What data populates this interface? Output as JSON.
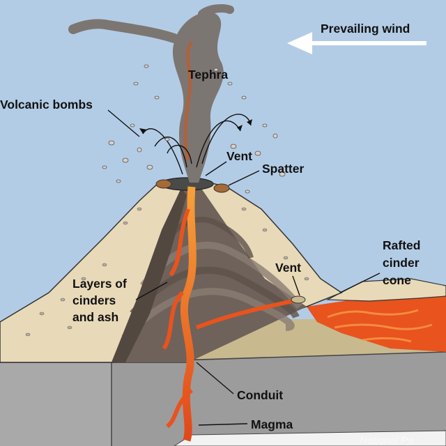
{
  "diagram": {
    "labels": {
      "prevailing_wind": "Prevailing wind",
      "tephra": "Tephra",
      "volcanic_bombs": "Volcanic bombs",
      "vent_top": "Vent",
      "spatter": "Spatter",
      "rafted_1": "Rafted",
      "rafted_2": "cinder",
      "rafted_3": "cone",
      "vent_side": "Vent",
      "layers_1": "Layers of",
      "layers_2": "cinders",
      "layers_3": "and ash",
      "conduit": "Conduit",
      "magma": "Magma"
    },
    "watermark": "National Pa",
    "colors": {
      "sky": "#b3cce6",
      "cinder": "#e8d9b8",
      "ash_layer": "#7a6d63",
      "ground": "#a3a3a3",
      "lava": "#e8531e",
      "plume": "#7c7672"
    }
  }
}
